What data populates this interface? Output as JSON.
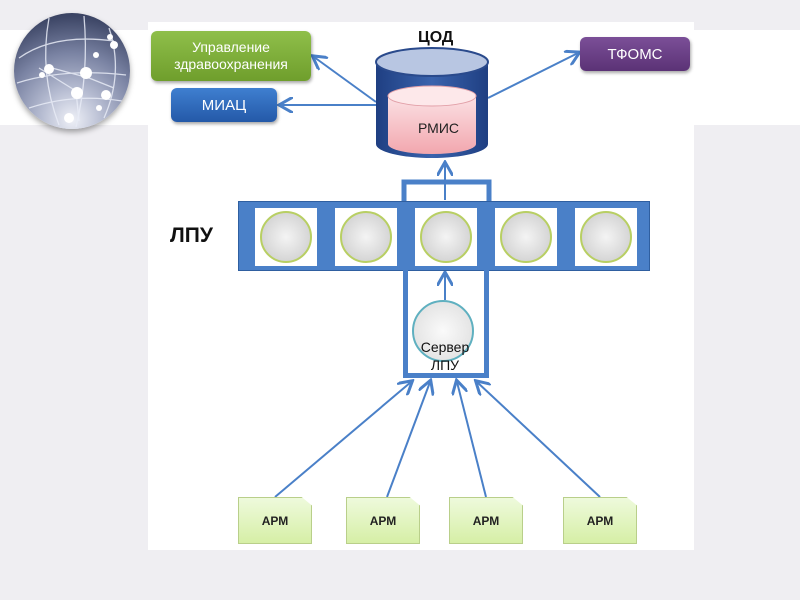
{
  "decor": {
    "globe": "network-globe-icon"
  },
  "diagram": {
    "title_cod": "ЦОД",
    "rmis": "РМИС",
    "external": [
      {
        "id": "health-mgmt",
        "label": "Управление здравоохранения",
        "color": "#7aab36"
      },
      {
        "id": "miac",
        "label": "МИАЦ",
        "color": "#2f6cbf"
      },
      {
        "id": "tfoms",
        "label": "ТФОМС",
        "color": "#6a3f87"
      }
    ],
    "lpu_label": "ЛПУ",
    "lpu_count": 5,
    "server_label": "Сервер ЛПУ",
    "workstations": [
      {
        "label": "АРМ"
      },
      {
        "label": "АРМ"
      },
      {
        "label": "АРМ"
      },
      {
        "label": "АРМ"
      }
    ],
    "colors": {
      "line": "#4a80c8",
      "lpu_bar": "#4a80c8",
      "arm_fill": "#dff3b8"
    }
  }
}
